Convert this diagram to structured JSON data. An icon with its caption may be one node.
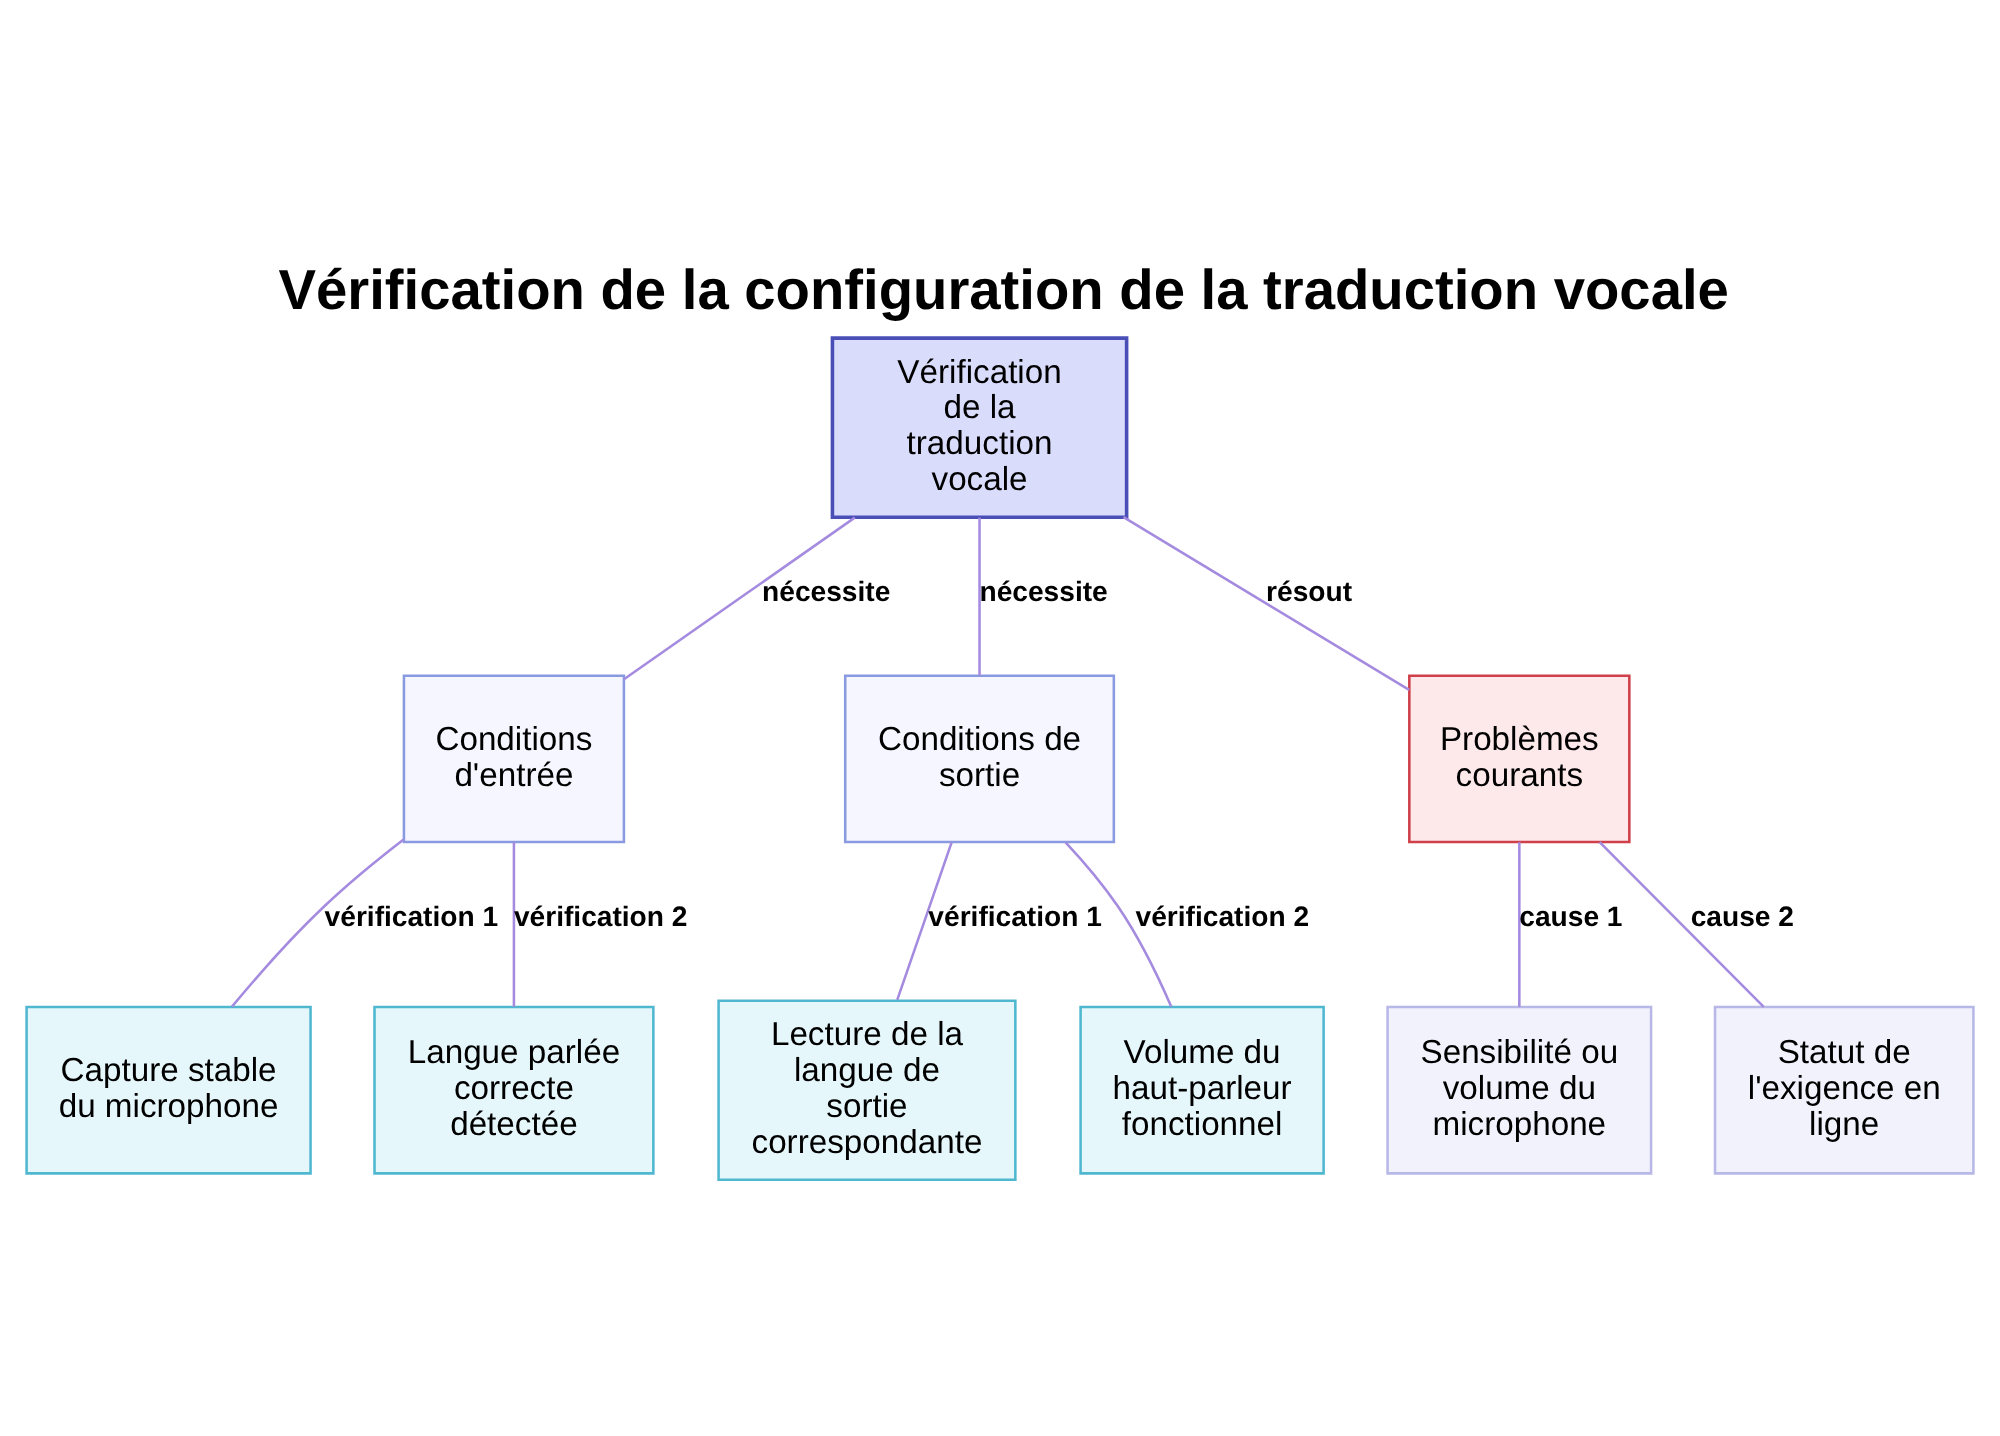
{
  "diagram": {
    "title": "Vérification de la configuration de la traduction vocale",
    "nodes": [
      {
        "text": [
          "Vérification de la traduction vocale"
        ]
      },
      {
        "text": [
          "Conditions d'entrée"
        ]
      },
      {
        "text": [
          "Conditions de sortie"
        ]
      },
      {
        "text": [
          "Problèmes courants"
        ]
      },
      {
        "text": [
          "Capture stable du microphone"
        ]
      },
      {
        "text": [
          "Langue parlée correcte détectée"
        ]
      },
      {
        "text": [
          "Lecture de la langue de sortie correspondante"
        ]
      },
      {
        "text": [
          "Volume du haut-parleur fonctionnel"
        ]
      },
      {
        "text": [
          "Sensibilité ou volume du microphone"
        ]
      },
      {
        "text": [
          "Statut de l'exigence en ligne"
        ]
      }
    ],
    "edges": [
      {
        "from": 0,
        "to": 1,
        "arrow": "none",
        "label": "nécessite"
      },
      {
        "from": 0,
        "to": 2,
        "arrow": "none",
        "label": "nécessite"
      },
      {
        "from": 0,
        "to": 3,
        "arrow": "none",
        "label": "résout"
      },
      {
        "from": 1,
        "to": 4,
        "arrow": "none",
        "label": "vérification 1"
      },
      {
        "from": 1,
        "to": 5,
        "arrow": "none",
        "label": "vérification 2"
      },
      {
        "from": 2,
        "to": 6,
        "arrow": "none",
        "label": "vérification 1"
      },
      {
        "from": 2,
        "to": 7,
        "arrow": "none",
        "label": "vérification 2"
      },
      {
        "from": 3,
        "to": 8,
        "arrow": "none",
        "label": "cause 1"
      },
      {
        "from": 3,
        "to": 9,
        "arrow": "none",
        "label": "cause 2"
      }
    ]
  }
}
